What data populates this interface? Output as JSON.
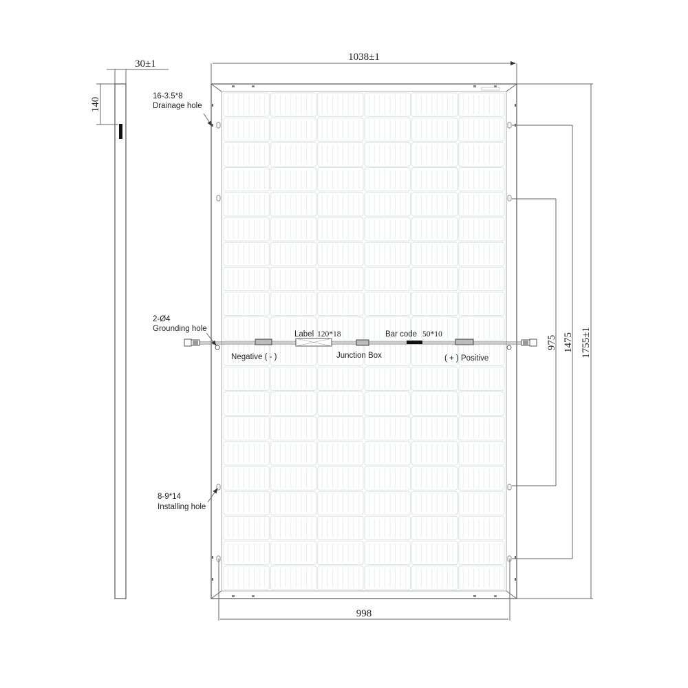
{
  "side_view": {
    "thickness_label": "30±1",
    "height_label": "140"
  },
  "front_view": {
    "width_label": "1038±1",
    "inner_width_label": "998",
    "height_label": "1755±1",
    "install_spacing_label": "1475",
    "inner_spacing_label": "975",
    "grid": {
      "columns": 6,
      "rows": 20
    }
  },
  "annotations": {
    "drainage_hole": {
      "spec": "16-3.5*8",
      "name": "Drainage hole"
    },
    "grounding_hole": {
      "spec": "2-Ø4",
      "name": "Grounding hole"
    },
    "installing_hole": {
      "spec": "8-9*14",
      "name": "Installing hole"
    },
    "label": {
      "name": "Label",
      "size": "120*18"
    },
    "bar_code": {
      "name": "Bar code",
      "size": "50*10"
    },
    "junction_box": "Junction Box",
    "negative": "Negative ( - )",
    "positive": "( + ) Positive"
  },
  "colors": {
    "line": "#666666",
    "cell_outline": "#dfe2e6",
    "text": "#222222",
    "barcode": "#111111"
  }
}
